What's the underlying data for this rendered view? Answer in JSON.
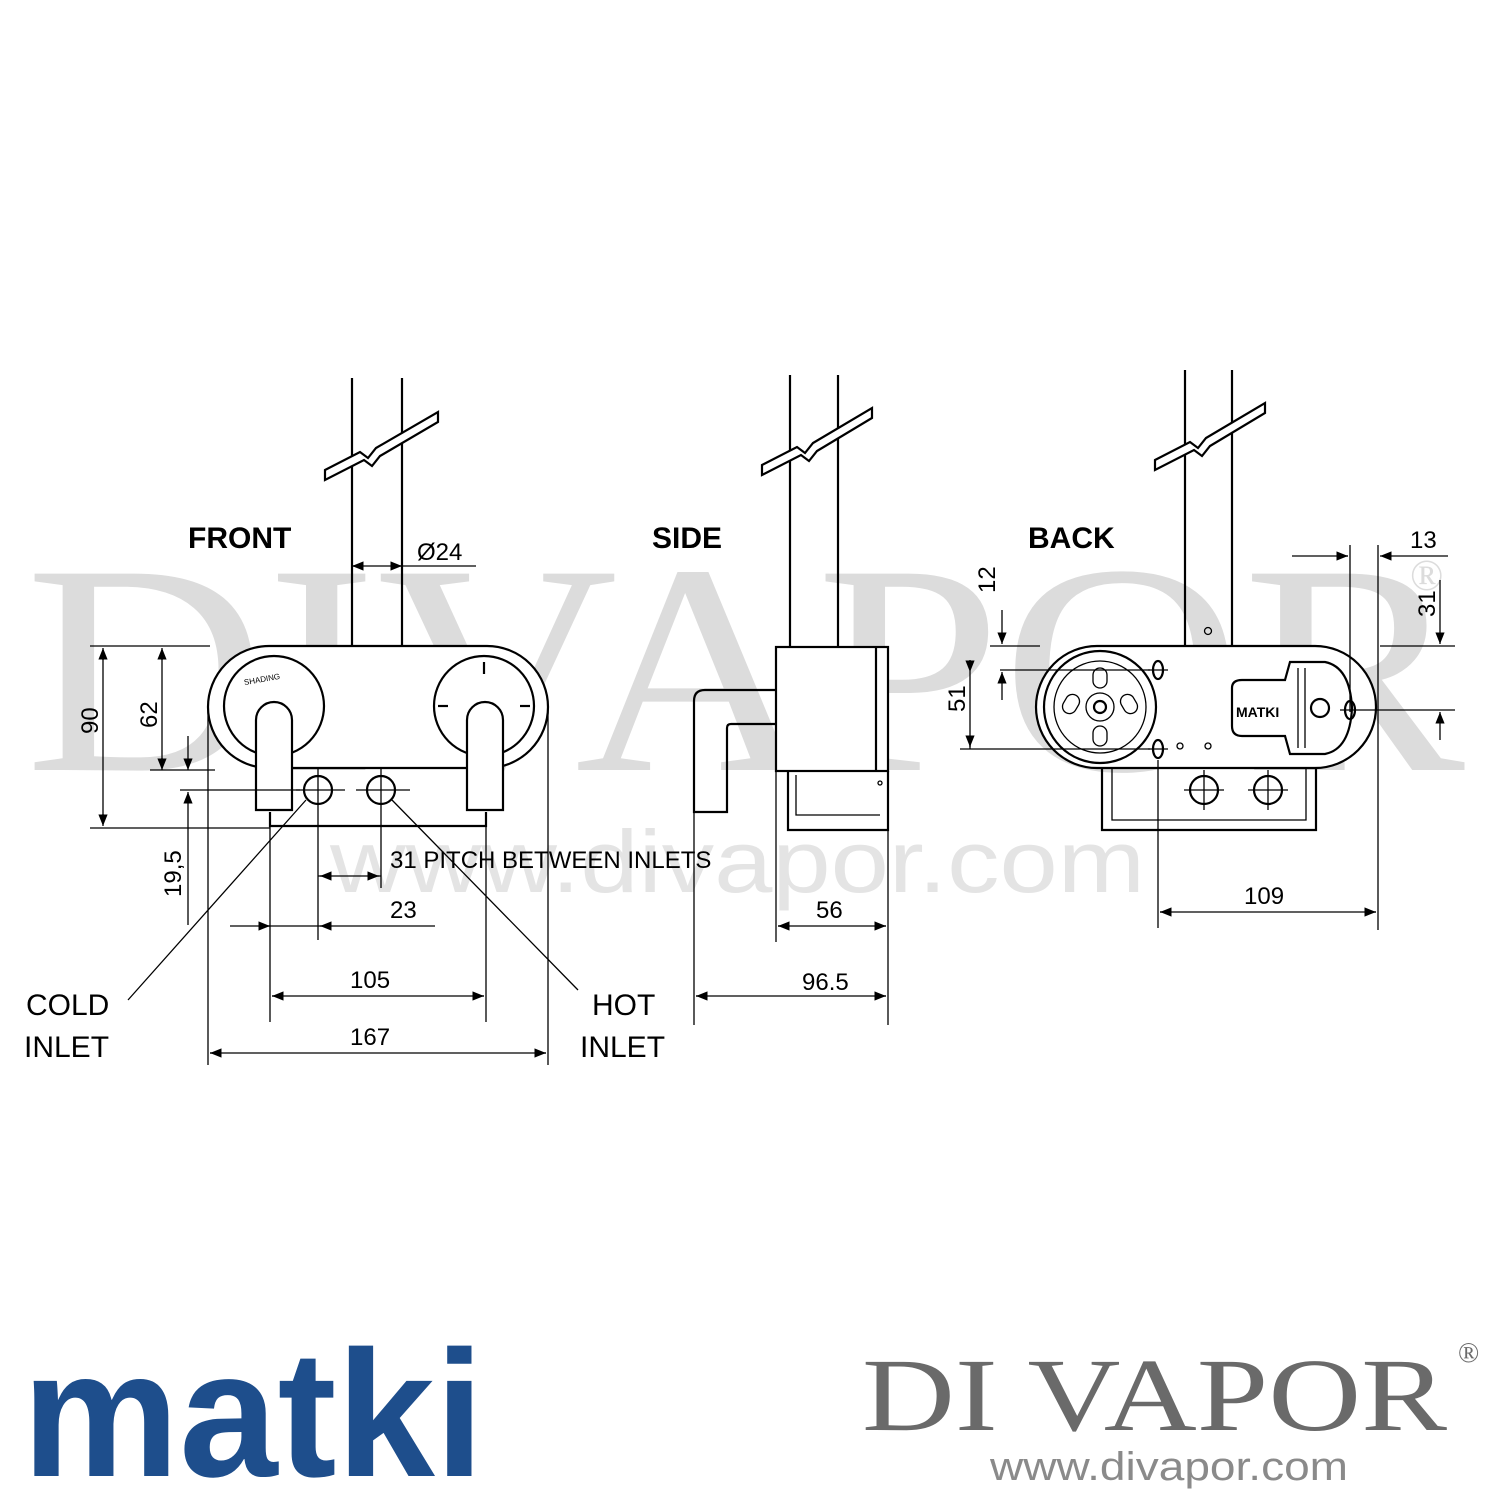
{
  "watermark": {
    "big": "DIVAPOR",
    "reg": "®",
    "url": "www.divapor.com"
  },
  "views": {
    "front": "FRONT",
    "side": "SIDE",
    "back": "BACK"
  },
  "front": {
    "diameter": "Ø24",
    "height_total": "90",
    "height_handle": "62",
    "offset": "19,5",
    "pitch_label": "31 PITCH BETWEEN INLETS",
    "dim_23": "23",
    "dim_105": "105",
    "dim_167": "167",
    "dial_text": "SHADING",
    "cold_line1": "COLD",
    "cold_line2": "INLET",
    "hot_line1": "HOT",
    "hot_line2": "INLET"
  },
  "side": {
    "dim_56": "56",
    "dim_965": "96.5"
  },
  "back": {
    "dim_13": "13",
    "dim_31": "31",
    "dim_12": "12",
    "dim_51": "51",
    "dim_109": "109",
    "plate_text": "MATKI"
  },
  "footer": {
    "brand": "matki",
    "divapor": "DI VAPOR",
    "reg": "®",
    "url": "www.divapor.com"
  }
}
